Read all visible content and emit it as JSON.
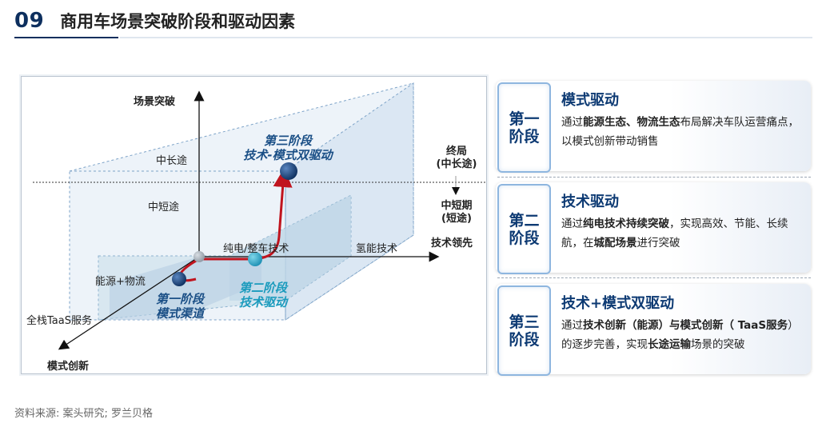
{
  "header": {
    "number": "09",
    "title": "商用车场景突破阶段和驱动因素"
  },
  "source": "资料来源: 案头研究; 罗兰贝格",
  "colors": {
    "brand": "#0d2f5e",
    "stage_dark": "#1a4f86",
    "stage_teal": "#1b9bbd",
    "path": "#c0141e"
  },
  "diagram": {
    "y_axis_label": "场景突破",
    "x_axis_label": "技术领先",
    "z_axis_label": "模式创新",
    "y_levels": [
      "中长途",
      "中短途"
    ],
    "x_levels": [
      "纯电/整车技术",
      "氢能技术"
    ],
    "z_levels": [
      "能源+物流",
      "全栈TaaS服务"
    ],
    "endgame_label_1": "终局",
    "endgame_label_2": "(中长途)",
    "mid_label_1": "中短期",
    "mid_label_2": "(短途)",
    "stage1": [
      "第一阶段",
      "模式渠道"
    ],
    "stage2": [
      "第二阶段",
      "技术驱动"
    ],
    "stage3": [
      "第三阶段",
      "技术-模式双驱动"
    ]
  },
  "cards": [
    {
      "badge": [
        "第一",
        "阶段"
      ],
      "title": "模式驱动",
      "body": [
        {
          "t": "通过",
          "b": false
        },
        {
          "t": "能源生态、物流生态",
          "b": true
        },
        {
          "t": "布局解决车队运营痛点，以模式创新带动销售",
          "b": false
        }
      ]
    },
    {
      "badge": [
        "第二",
        "阶段"
      ],
      "title": "技术驱动",
      "body": [
        {
          "t": "通过",
          "b": false
        },
        {
          "t": "纯电技术持续突破",
          "b": true
        },
        {
          "t": "，实现高效、节能、长续航，在",
          "b": false
        },
        {
          "t": "城配场景",
          "b": true
        },
        {
          "t": "进行突破",
          "b": false
        }
      ]
    },
    {
      "badge": [
        "第三",
        "阶段"
      ],
      "title": "技术+模式双驱动",
      "body": [
        {
          "t": "通过",
          "b": false
        },
        {
          "t": "技术创新（能源）与模式创新（ TaaS服务",
          "b": true
        },
        {
          "t": "）的逐步完善，实现",
          "b": false
        },
        {
          "t": "长途运输",
          "b": true
        },
        {
          "t": "场景的突破",
          "b": false
        }
      ]
    }
  ]
}
